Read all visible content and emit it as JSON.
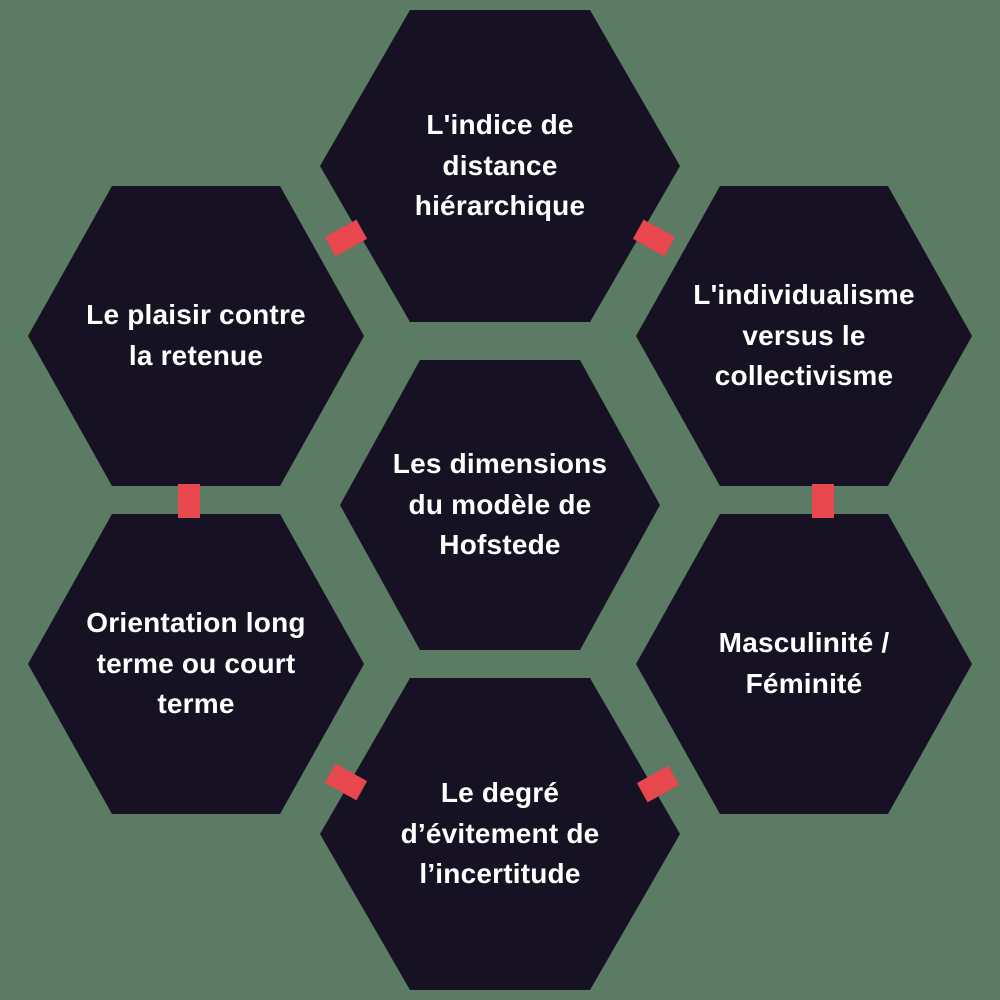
{
  "diagram": {
    "title": "Les dimensions du modèle de Hofstede",
    "colors": {
      "background": "#5b7b64",
      "hexagon": "#171223",
      "connector": "#e8474d",
      "text": "#ffffff"
    },
    "center": {
      "label": "Les dimensions\ndu modèle de\nHofstede"
    },
    "nodes": [
      {
        "id": "power-distance",
        "position": "top",
        "label": "L'indice de\ndistance\nhiérarchique"
      },
      {
        "id": "individualism",
        "position": "top-right",
        "label": "L'individualisme\nversus le\ncollectivisme"
      },
      {
        "id": "masculinity",
        "position": "bottom-right",
        "label": "Masculinité /\nFéminité"
      },
      {
        "id": "uncertainty-avoidance",
        "position": "bottom",
        "label": "Le degré\nd’évitement de\nl’incertitude"
      },
      {
        "id": "long-term-orientation",
        "position": "bottom-left",
        "label": "Orientation long\nterme ou court\nterme"
      },
      {
        "id": "indulgence",
        "position": "top-left",
        "label": "Le plaisir contre\nla retenue"
      }
    ]
  }
}
